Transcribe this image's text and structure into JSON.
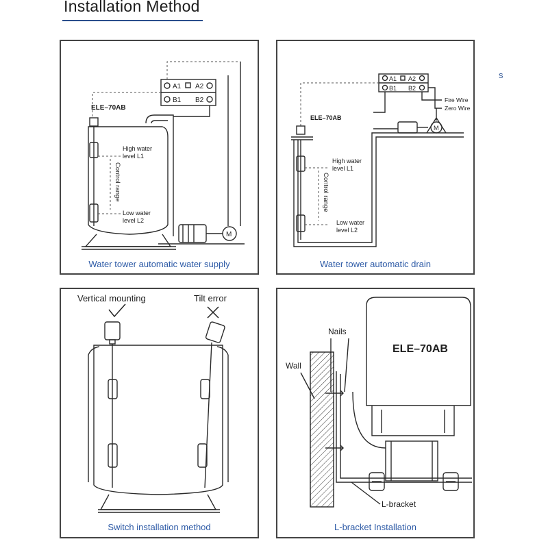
{
  "page": {
    "title": "Installation Method",
    "stray_text": "s",
    "accent_color": "#2d5aa6"
  },
  "panels": [
    {
      "caption": "Water tower automatic water supply",
      "model": "ELE–70AB",
      "terminal_a1": "A1",
      "terminal_a2": "A2",
      "terminal_b1": "B1",
      "terminal_b2": "B2",
      "high_level_line1": "High water",
      "high_level_line2": "level L1",
      "control_range": "Control range",
      "low_level_line1": "Low water",
      "low_level_line2": "level L2",
      "motor": "M"
    },
    {
      "caption": "Water tower automatic drain",
      "model": "ELE–70AB",
      "terminal_a1": "A1",
      "terminal_a2": "A2",
      "terminal_b1": "B1",
      "terminal_b2": "B2",
      "fire_wire": "Fire Wire",
      "zero_wire": "Zero Wire",
      "high_level_line1": "High water",
      "high_level_line2": "level L1",
      "control_range": "Control range",
      "low_level_line1": "Low water",
      "low_level_line2": "level L2",
      "motor": "M"
    },
    {
      "caption": "Switch installation method",
      "vertical_label": "Vertical mounting",
      "tilt_label": "Tilt error"
    },
    {
      "caption": "L-bracket Installation",
      "nails_label": "Nails",
      "wall_label": "Wall",
      "model": "ELE–70AB",
      "bracket_label": "L-bracket"
    }
  ]
}
